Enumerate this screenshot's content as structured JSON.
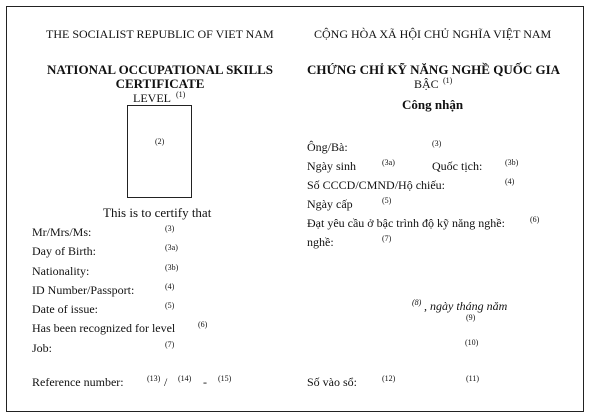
{
  "left": {
    "country": "THE SOCIALIST REPUBLIC OF VIET NAM",
    "title_line1": "NATIONAL OCCUPATIONAL SKILLS",
    "title_line2": "CERTIFICATE",
    "level_label": "LEVEL",
    "level_mark": "(1)",
    "photo_mark": "(2)",
    "certify": "This is to certify that",
    "fields": [
      {
        "label": "Mr/Mrs/Ms:",
        "mark": "(3)"
      },
      {
        "label": "Day of Birth:",
        "mark": "(3a)"
      },
      {
        "label": "Nationality:",
        "mark": "(3b)"
      },
      {
        "label": "ID Number/Passport:",
        "mark": "(4)"
      },
      {
        "label": "Date of issue:",
        "mark": "(5)"
      },
      {
        "label": "Has been recognized for level",
        "mark": "(6)"
      },
      {
        "label": "Job:",
        "mark": "(7)"
      }
    ],
    "reference_label": "Reference number:",
    "ref_mark1": "(13)",
    "ref_slash": "/",
    "ref_mark2": "(14)",
    "ref_dash": "-",
    "ref_mark3": "(15)"
  },
  "right": {
    "country": "CỘNG HÒA XÃ HỘI CHỦ NGHĨA VIỆT NAM",
    "title": "CHỨNG CHỈ KỸ NĂNG NGHỀ QUỐC GIA",
    "level_label": "BẬC",
    "level_mark": "(1)",
    "recognized": "Công nhận",
    "name_label": "Ông/Bà:",
    "name_mark": "(3)",
    "dob_label": "Ngày sinh",
    "dob_mark": "(3a)",
    "nationality_label": "Quốc tịch:",
    "nationality_mark": "(3b)",
    "id_label": "Số CCCD/CMND/Hộ chiếu:",
    "id_mark": "(4)",
    "issue_label": "Ngày cấp",
    "issue_mark": "(5)",
    "level_req_label": "Đạt yêu cầu ở bậc trình độ kỹ năng nghề:",
    "level_req_mark": "(6)",
    "job_label": "nghề:",
    "job_mark": "(7)",
    "date_mark": "(8)",
    "date_text": ", ngày   tháng    năm",
    "mark9": "(9)",
    "mark10": "(10)",
    "register_label": "Số vào sổ:",
    "register_mark": "(12)",
    "mark11": "(11)"
  }
}
